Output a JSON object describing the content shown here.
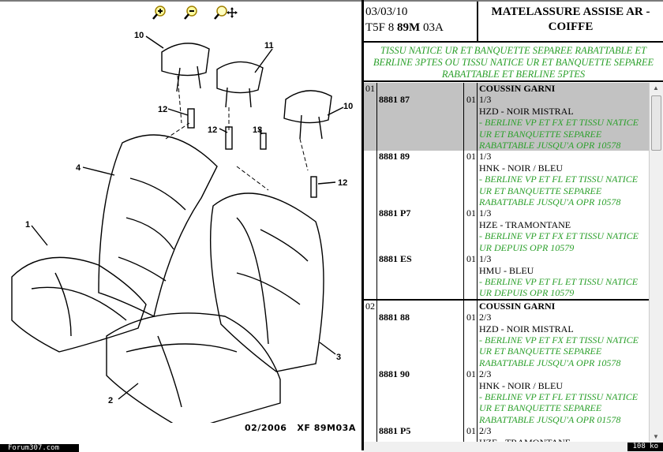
{
  "toolbar": {
    "icons": [
      "zoom-in-icon",
      "zoom-out-icon",
      "zoom-pan-icon"
    ]
  },
  "diagram": {
    "callouts": [
      "10",
      "11",
      "10",
      "12",
      "12",
      "13",
      "12",
      "4",
      "1",
      "3",
      "2"
    ],
    "code": "02/2006   XF 89M03A"
  },
  "watermark": "Forum307.com",
  "header": {
    "date": "03/03/10",
    "ref_prefix": "T5F 8 ",
    "ref_bold": "89M",
    "ref_suffix": " 03A",
    "title": "MATELASSURE ASSISE AR - COIFFE"
  },
  "subtitle": "TISSU NATICE UR ET BANQUETTE SEPAREE RABATTABLE ET BERLINE 3PTES OU TISSU NATICE UR ET BANQUETTE SEPAREE RABATTABLE ET BERLINE 5PTES",
  "groups": [
    {
      "index": "01",
      "name": "COUSSIN GARNI",
      "items": [
        {
          "ref": "8881 87",
          "qty": "01",
          "pos": "1/3",
          "color": "HZD - NOIR MISTRAL",
          "note": "- BERLINE VP ET FX ET TISSU NATICE UR ET BANQUETTE SEPAREE RABATTABLE JUSQU'A OPR 10578"
        },
        {
          "ref": "8881 89",
          "qty": "01",
          "pos": "1/3",
          "color": "HNK - NOIR / BLEU",
          "note": "- BERLINE VP ET FL ET TISSU NATICE UR ET BANQUETTE SEPAREE RABATTABLE JUSQU'A OPR 10578"
        },
        {
          "ref": "8881 P7",
          "qty": "01",
          "pos": "1/3",
          "color": "HZE - TRAMONTANE",
          "note": "- BERLINE VP ET FX ET TISSU NATICE UR DEPUIS OPR 10579"
        },
        {
          "ref": "8881 ES",
          "qty": "01",
          "pos": "1/3",
          "color": "HMU - BLEU",
          "note": "- BERLINE VP ET FL ET TISSU NATICE UR DEPUIS OPR 10579"
        }
      ]
    },
    {
      "index": "02",
      "name": "COUSSIN GARNI",
      "items": [
        {
          "ref": "8881 88",
          "qty": "01",
          "pos": "2/3",
          "color": "HZD - NOIR MISTRAL",
          "note": "- BERLINE VP ET FX ET TISSU NATICE UR ET BANQUETTE SEPAREE RABATTABLE JUSQU'A OPR 10578"
        },
        {
          "ref": "8881 90",
          "qty": "01",
          "pos": "2/3",
          "color": "HNK - NOIR / BLEU",
          "note": "- BERLINE VP ET FL ET TISSU NATICE UR ET BANQUETTE SEPAREE RABATTABLE JUSQU'A OPR 01578"
        },
        {
          "ref": "8881 P5",
          "qty": "01",
          "pos": "2/3",
          "color": "HZE - TRAMONTANE",
          "note": ""
        }
      ]
    }
  ],
  "status": {
    "size": "108 ko"
  },
  "colors": {
    "note": "#2ca02c",
    "highlight": "#c2c2c2"
  }
}
